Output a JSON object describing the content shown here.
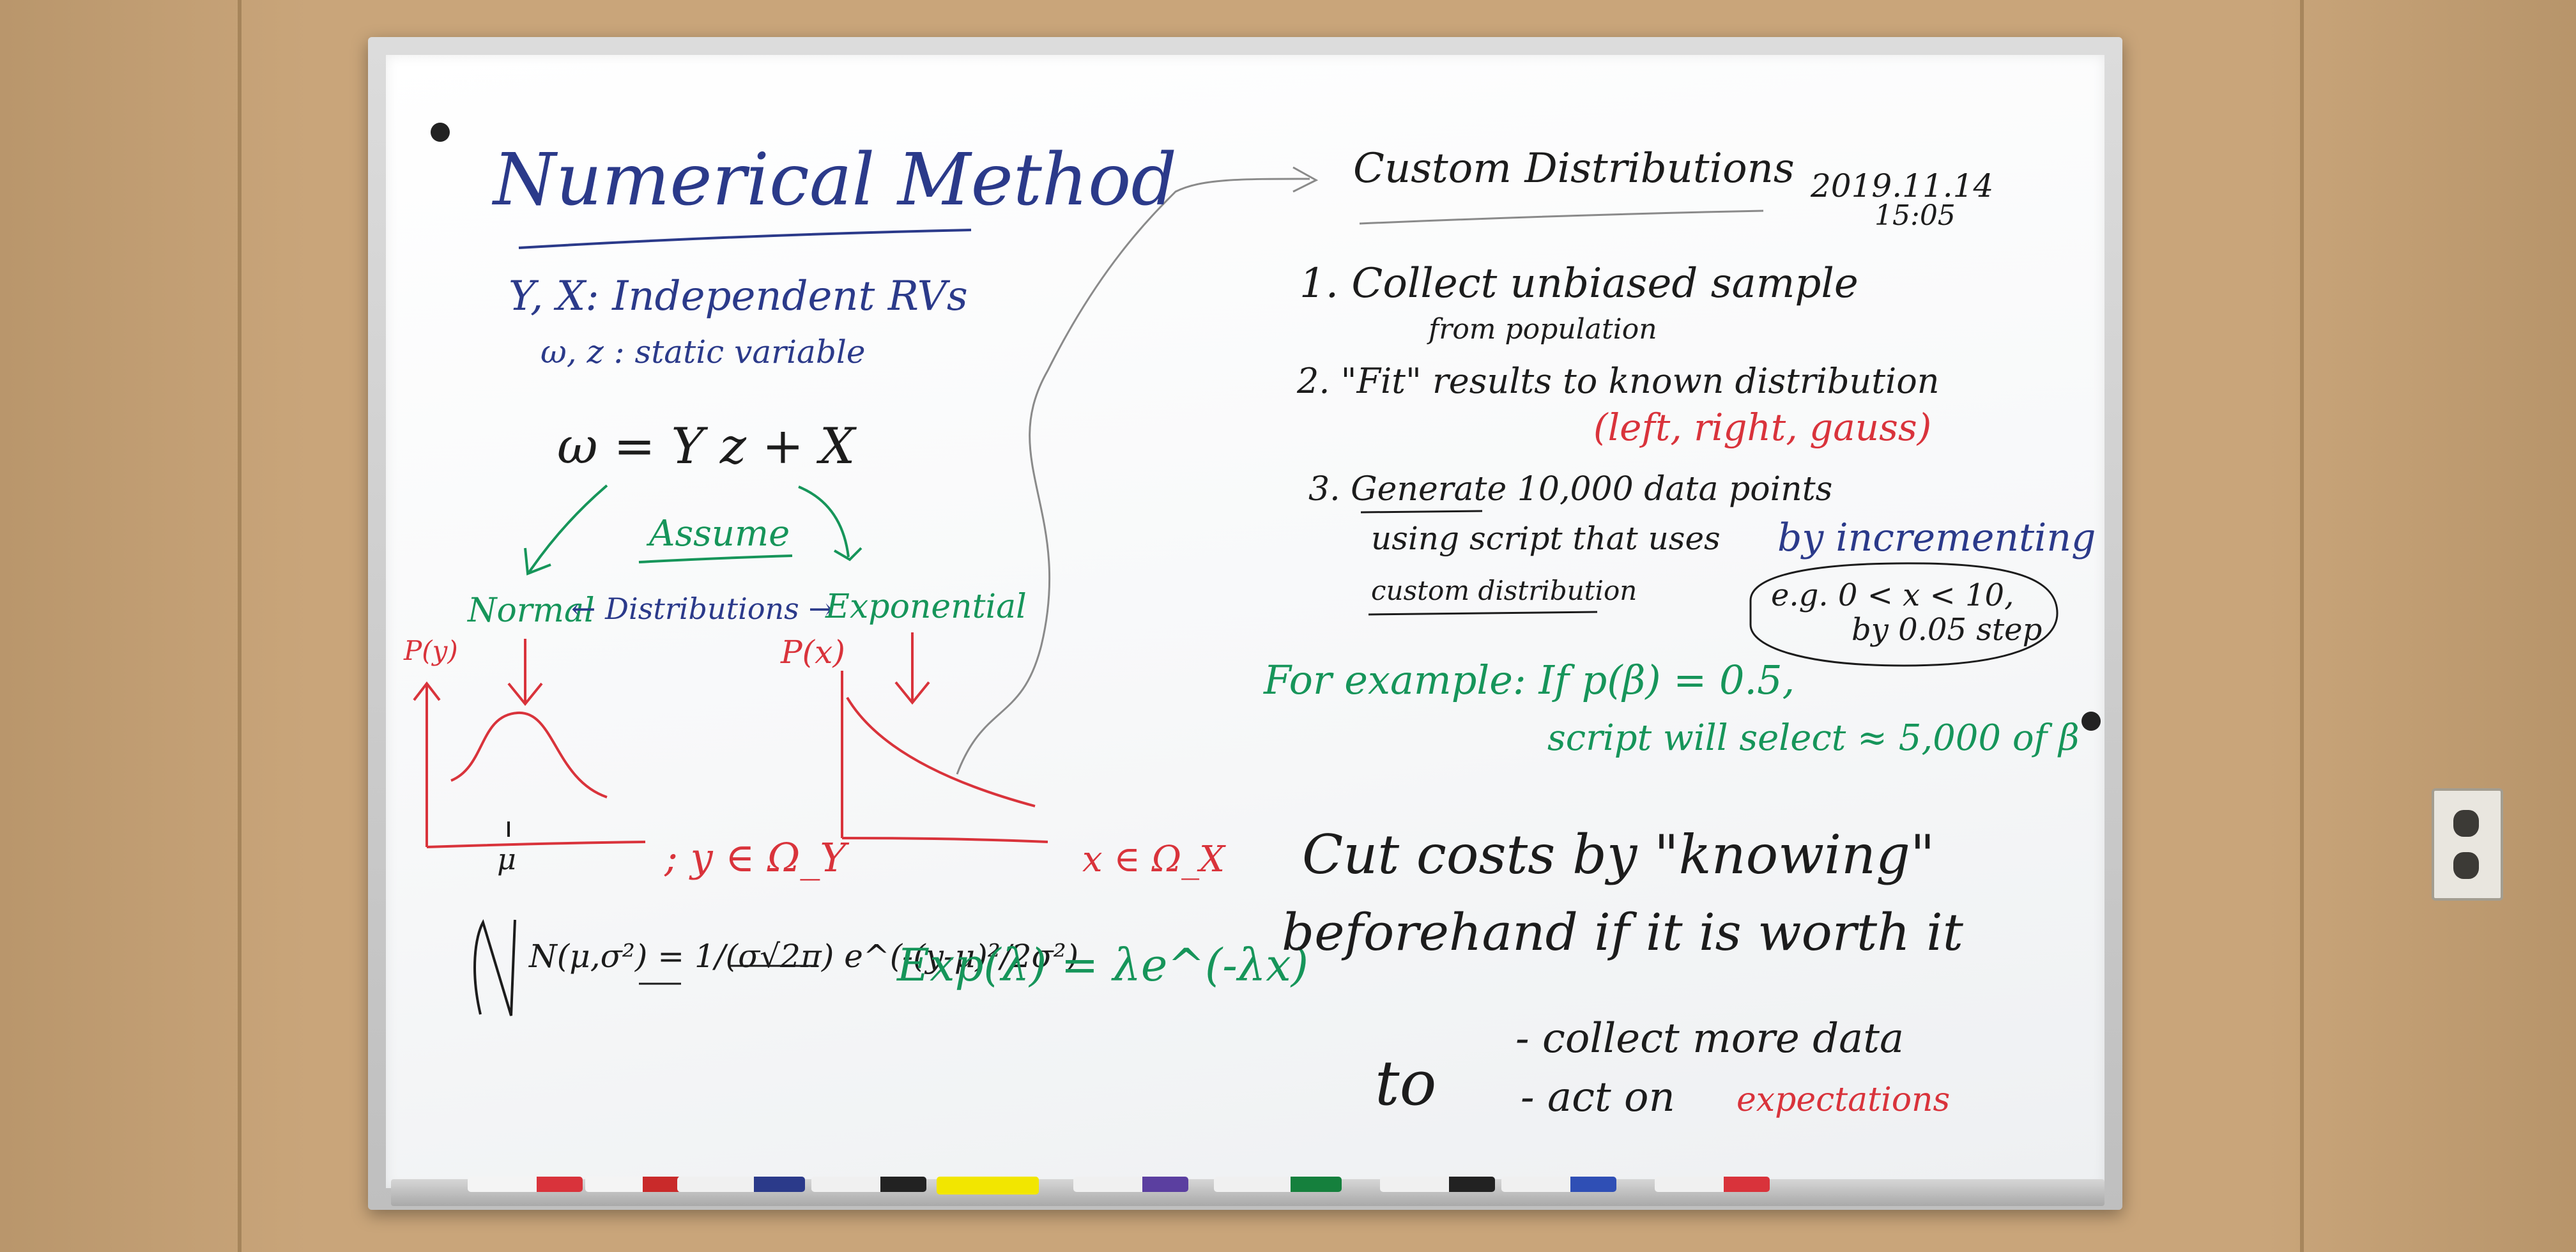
{
  "colors": {
    "wall": "#c9a57a",
    "board": "#f6f7f8",
    "ink_blue": "#2b3a8a",
    "ink_black": "#1c1c1c",
    "ink_red": "#d9333b",
    "ink_green": "#16955a"
  },
  "left": {
    "title": "Numerical Method",
    "line1": "Y, X: Independent RVs",
    "line2": "ω, z : static variable",
    "equation": "ω = Y z + X",
    "assume": "Assume",
    "normal": "Normal",
    "distributions": "← Distributions →",
    "exponential": "Exponential",
    "py_label": "P(y)",
    "px_label": "P(x)",
    "mu": "μ",
    "y_domain": "; y ∈ Ω_Y",
    "x_domain": "x ∈ Ω_X",
    "normal_formula": "N(μ,σ²) = 1/(σ√2π) e^(-(y-μ)²/2σ²)",
    "exp_formula": "Exp(λ) = λe^(-λx)"
  },
  "right": {
    "title": "Custom Distributions",
    "date": "2019.11.14",
    "time": "15:05",
    "step1a": "1. Collect unbiased sample",
    "step1b": "from population",
    "step2": "2. \"Fit\" results to known distribution",
    "step2_paren": "(left, right, gauss)",
    "step3a": "3. Generate 10,000 data points",
    "step3b": "using script that uses",
    "step3c": "custom distribution",
    "incrementing": "by incrementing",
    "bubble1": "e.g. 0 < x < 10,",
    "bubble2": "by 0.05 step",
    "example1": "For example: If p(β) = 0.5,",
    "example2": "script will select ≈ 5,000 of β",
    "cut1": "Cut costs by \"knowing\"",
    "cut2": "beforehand if it is worth it",
    "to": "to",
    "bullet1": "- collect more data",
    "bullet2_a": "- act on",
    "bullet2_b": "expectations"
  }
}
